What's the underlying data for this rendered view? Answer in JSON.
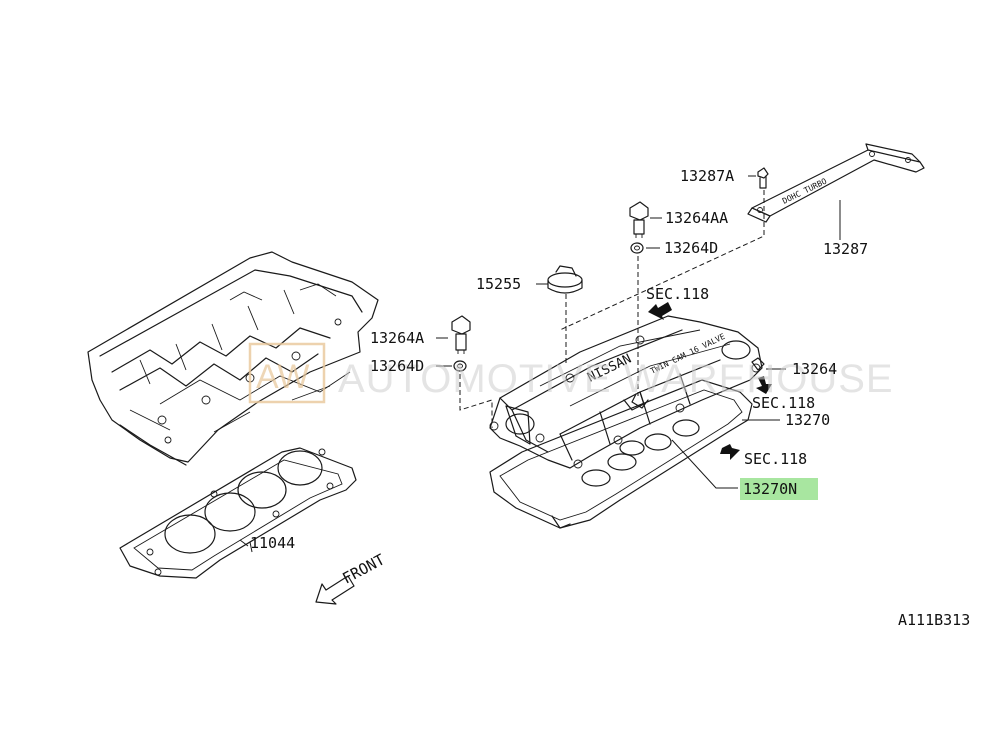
{
  "labels": {
    "p13287A": "13287A",
    "p13264AA": "13264AA",
    "p13264D_top": "13264D",
    "p13287": "13287",
    "p15255": "15255",
    "sec118_a": "SEC.118",
    "p13264A": "13264A",
    "p13264D_left": "13264D",
    "p13264": "13264",
    "sec118_b": "SEC.118",
    "p13270": "13270",
    "sec118_c": "SEC.118",
    "p13270N": "13270N",
    "p11044": "11044",
    "front": "FRONT",
    "diagram_code": "A111B313"
  },
  "watermark": {
    "logo": "AW",
    "text": "AUTOMOTIVE WAREHOUSE"
  },
  "cover_marking": {
    "brand": "NISSAN",
    "model": "TWIN CAM 16 VALVE",
    "plate_text": "DOHC TURBO"
  },
  "colors": {
    "highlight": "#a8e6a0",
    "watermark_box": "#e8c79a",
    "line": "#1a1a1a"
  }
}
